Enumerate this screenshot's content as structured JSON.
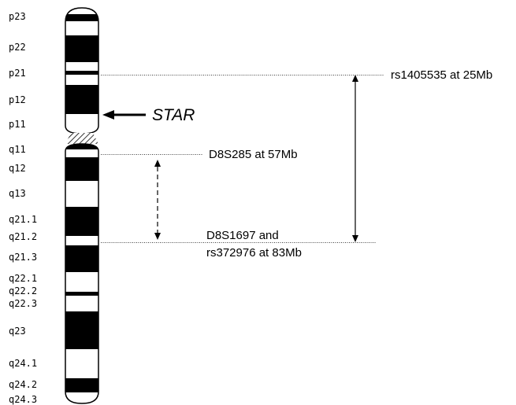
{
  "band_labels": [
    "p23",
    "p22",
    "p21",
    "p12",
    "p11",
    "q11",
    "q12",
    "q13",
    "q21.1",
    "q21.2",
    "q21.3",
    "q22.1",
    "q22.2",
    "q22.3",
    "q23",
    "q24.1",
    "q24.2",
    "q24.3"
  ],
  "gene_label": "STAR",
  "markers": {
    "rs1405535": "rs1405535 at 25Mb",
    "d8s285": "D8S285 at 57Mb",
    "d8s1697_line1": "D8S1697 and",
    "d8s1697_line2": "rs372976 at 83Mb"
  }
}
